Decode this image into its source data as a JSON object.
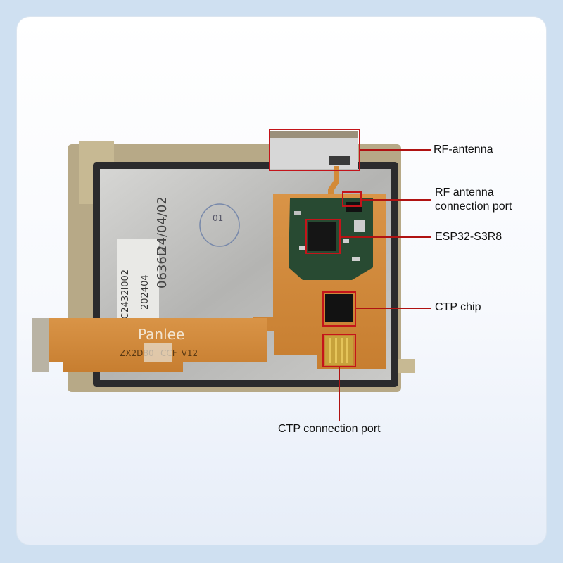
{
  "labels": {
    "rf_antenna": "RF-antenna",
    "rf_antenna_port_line1": "RF antenna",
    "rf_antenna_port_line2": "connection port",
    "esp32": "ESP32-S3R8",
    "ctp_chip": "CTP chip",
    "ctp_port": "CTP connection port"
  },
  "board_marks": {
    "brand": "Panlee",
    "model": "ZX2D80",
    "model_suffix": "CCF_V12",
    "date_code": "24/04/02",
    "sticker_text_1": "0C2432I002",
    "sticker_text_2": "202404",
    "qc_stamp": "01",
    "side_code": "0636D"
  },
  "colors": {
    "highlight": "#c4141a",
    "flex_pcb": "#d88d3a",
    "green_pcb": "#284a32"
  }
}
